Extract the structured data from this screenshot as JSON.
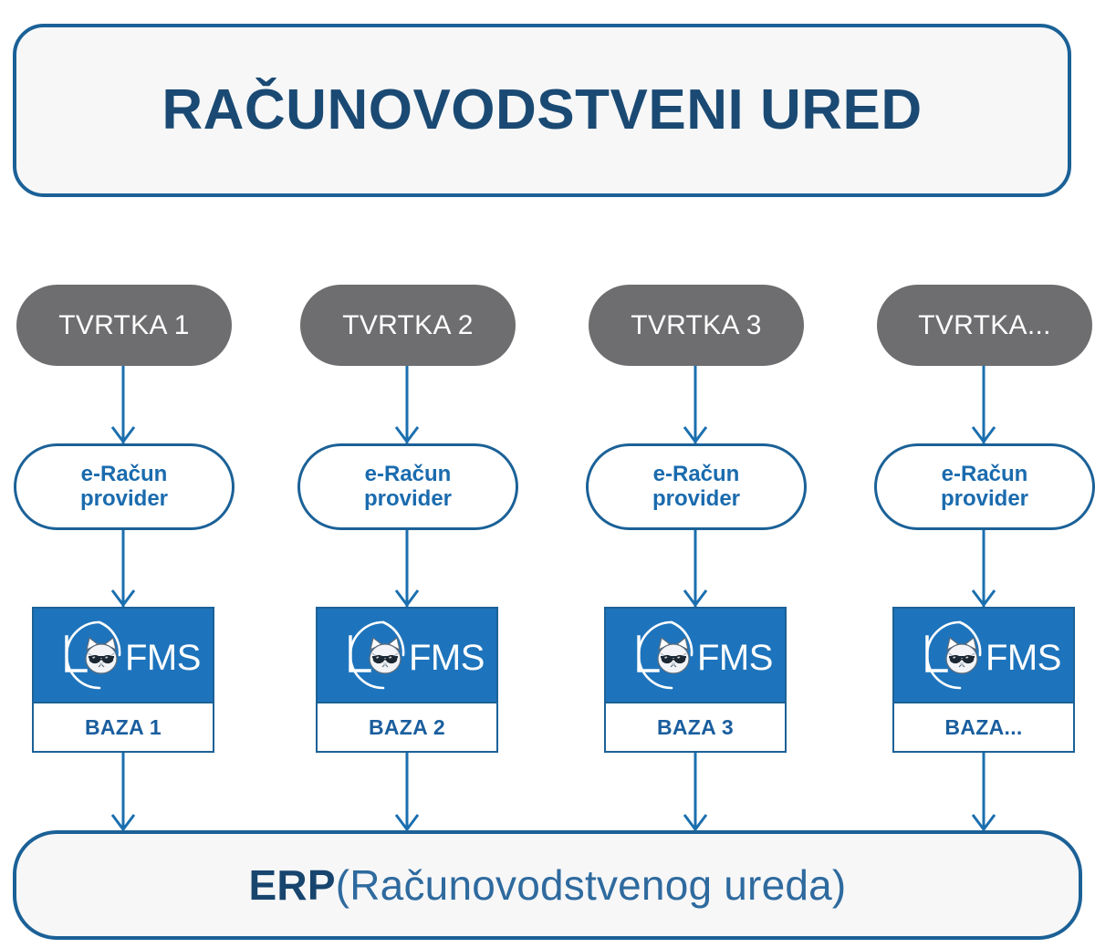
{
  "header": {
    "title": "RAČUNOVODSTVENI URED"
  },
  "columns": [
    {
      "company": "TVRTKA 1",
      "provider_line1": "e-Račun",
      "provider_line2": "provider",
      "logo_text": "LFMS",
      "database": "BAZA 1"
    },
    {
      "company": "TVRTKA 2",
      "provider_line1": "e-Račun",
      "provider_line2": "provider",
      "logo_text": "LFMS",
      "database": "BAZA 2"
    },
    {
      "company": "TVRTKA 3",
      "provider_line1": "e-Račun",
      "provider_line2": "provider",
      "logo_text": "LFMS",
      "database": "BAZA 3"
    },
    {
      "company": "TVRTKA...",
      "provider_line1": "e-Račun",
      "provider_line2": "provider",
      "logo_text": "LFMS",
      "database": "BAZA..."
    }
  ],
  "footer": {
    "strong": "ERP",
    "parenthetical": "(Računovodstvenog ureda)"
  },
  "icons": {
    "arrow": "arrow-down-icon",
    "logo": "lfms-cat-logo-icon"
  },
  "colors": {
    "brand_blue": "#1E74BC",
    "border_blue": "#1B6197",
    "navy_text": "#17456E",
    "gray_pill": "#6E6E70",
    "panel_bg": "#F7F7F8",
    "provider_text": "#1A6BAE"
  }
}
